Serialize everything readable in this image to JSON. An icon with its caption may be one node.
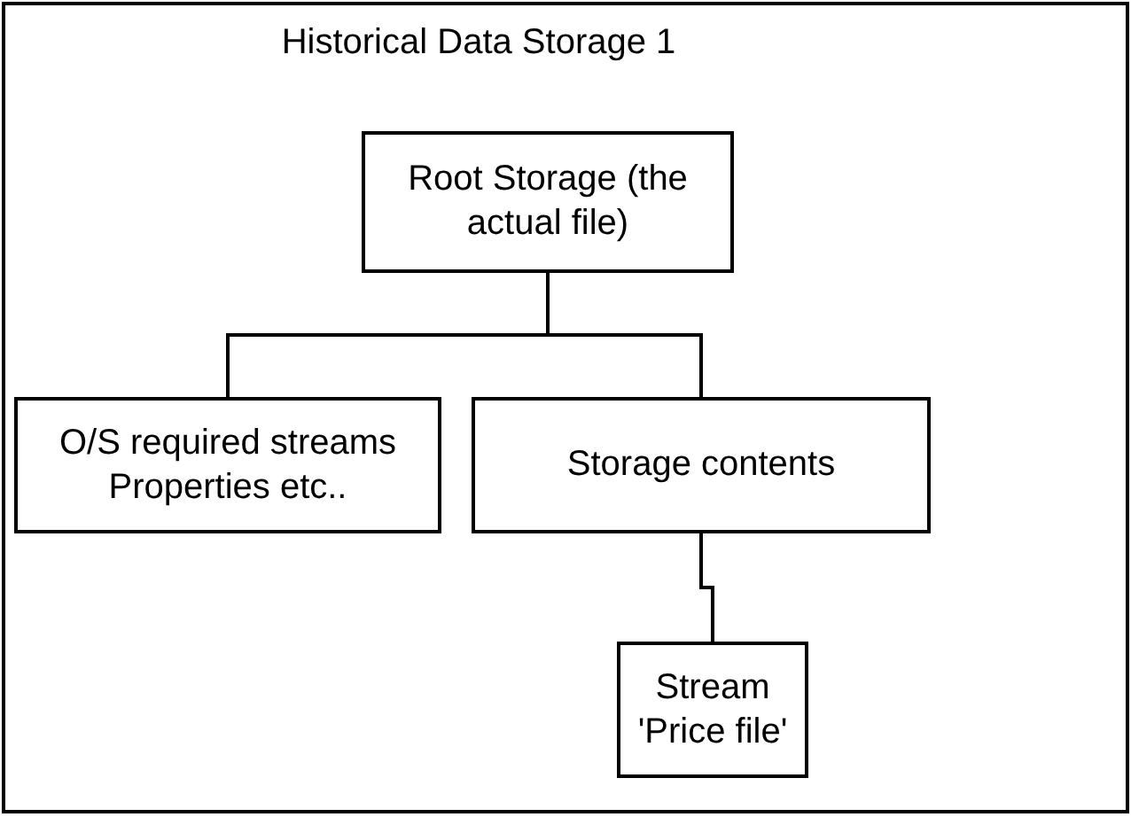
{
  "diagram": {
    "nodes": [
      {
        "text": [
          "Historical Data Storage 1"
        ]
      },
      {
        "text": [
          "Root Storage (the actual file)"
        ],
        "in": 0
      },
      {
        "text": [
          "O/S required streams Properties etc.."
        ],
        "in": 0
      },
      {
        "text": [
          "Storage contents"
        ],
        "in": 0
      },
      {
        "text": [
          "Stream 'Price file'"
        ],
        "in": 0
      }
    ],
    "edges": [
      {
        "from": 1,
        "to": 2,
        "arrow": "none"
      },
      {
        "from": 1,
        "to": 3,
        "arrow": "none"
      },
      {
        "from": 3,
        "to": 4,
        "arrow": "none"
      }
    ]
  }
}
